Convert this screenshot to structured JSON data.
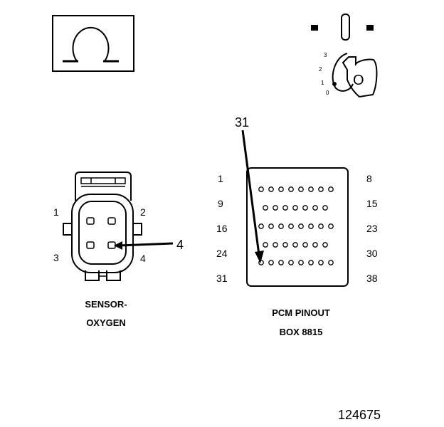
{
  "ohmmeter": {
    "symbol_icon": "ohm-icon"
  },
  "ignition": {
    "switch_icon": "ignition-switch-icon",
    "key_icon": "ignition-key-icon",
    "positions": [
      "3",
      "2",
      "1",
      "0"
    ],
    "key_label": "O"
  },
  "sensor": {
    "title_line1": "SENSOR-",
    "title_line2": "OXYGEN",
    "pin_labels": [
      "1",
      "2",
      "3",
      "4"
    ],
    "callout": "4"
  },
  "pcm": {
    "title_line1": "PCM PINOUT",
    "title_line2": "BOX 8815",
    "row_left_labels": [
      "1",
      "9",
      "16",
      "24",
      "31"
    ],
    "row_right_labels": [
      "8",
      "15",
      "23",
      "30",
      "38"
    ],
    "row_pin_counts": [
      8,
      7,
      8,
      7,
      8
    ],
    "callout": "31"
  },
  "figure_number": "124675"
}
